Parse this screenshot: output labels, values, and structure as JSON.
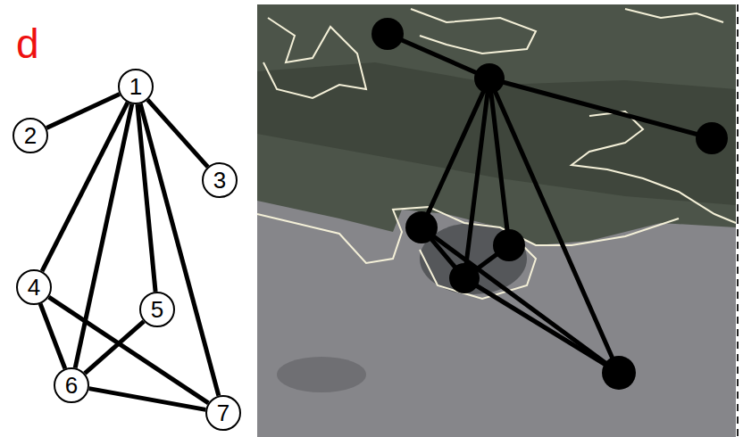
{
  "diagram": {
    "nodes": [
      {
        "text": [
          "1"
        ]
      },
      {
        "text": [
          "2"
        ]
      },
      {
        "text": [
          "3"
        ]
      },
      {
        "text": [
          "4"
        ]
      },
      {
        "text": [
          "5"
        ]
      },
      {
        "text": [
          "6"
        ]
      },
      {
        "text": [
          "7"
        ]
      }
    ],
    "edges": [
      {
        "from": 0,
        "to": 1,
        "arrow": "none"
      },
      {
        "from": 0,
        "to": 2,
        "arrow": "none"
      },
      {
        "from": 0,
        "to": 3,
        "arrow": "none"
      },
      {
        "from": 0,
        "to": 5,
        "arrow": "none"
      },
      {
        "from": 0,
        "to": 4,
        "arrow": "none"
      },
      {
        "from": 0,
        "to": 6,
        "arrow": "none"
      },
      {
        "from": 3,
        "to": 5,
        "arrow": "none"
      },
      {
        "from": 3,
        "to": 6,
        "arrow": "none"
      },
      {
        "from": 5,
        "to": 4,
        "arrow": "none"
      },
      {
        "from": 5,
        "to": 6,
        "arrow": "none"
      }
    ],
    "labels": [
      "d"
    ]
  }
}
